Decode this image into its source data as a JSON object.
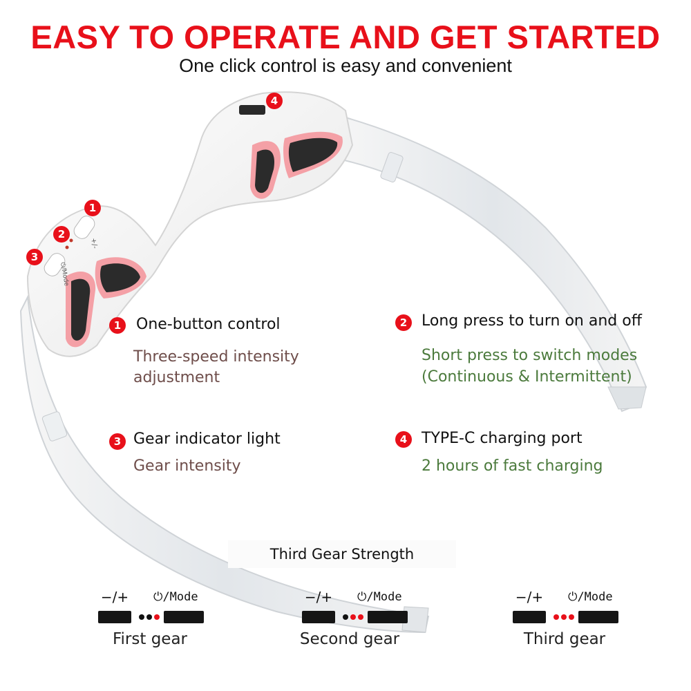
{
  "header": {
    "title": "EASY TO OPERATE AND GET STARTED",
    "subtitle": "One click control is easy and convenient"
  },
  "device": {
    "button_labels": {
      "plus_minus": "+/-",
      "mode": "⏻/Mode"
    }
  },
  "callouts": [
    "1",
    "2",
    "3",
    "4"
  ],
  "features": [
    {
      "num": "1",
      "title": "One-button control",
      "desc": [
        "Three-speed intensity",
        "adjustment"
      ]
    },
    {
      "num": "2",
      "title": "Long press to turn on and off",
      "desc": [
        "Short press to switch modes",
        " (Continuous & Intermittent)"
      ]
    },
    {
      "num": "3",
      "title": "Gear indicator light",
      "desc": [
        "Gear intensity"
      ]
    },
    {
      "num": "4",
      "title": "TYPE-C charging port",
      "desc": [
        "2 hours of fast charging"
      ]
    }
  ],
  "gear_section": {
    "heading": "Third  Gear Strength",
    "minus_plus_label": "−/+",
    "mode_label": "⏻/Mode",
    "gears": [
      {
        "label": "First gear",
        "dots_lit": 1
      },
      {
        "label": "Second gear",
        "dots_lit": 2
      },
      {
        "label": "Third gear",
        "dots_lit": 3
      }
    ]
  },
  "colors": {
    "accent_red": "#e8101a",
    "desc_brown": "#6e4d4a",
    "desc_green": "#4b7a3c",
    "button_black": "#151515"
  }
}
